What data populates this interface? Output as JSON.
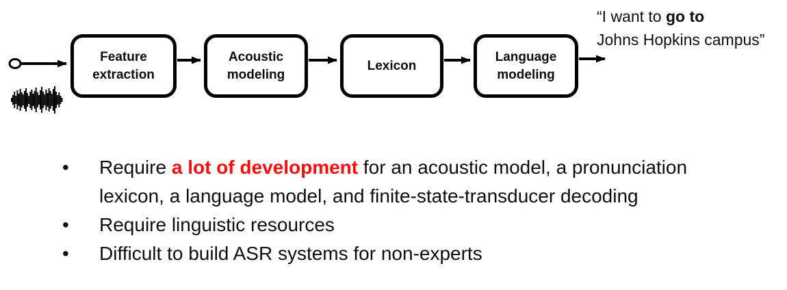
{
  "pipeline": {
    "boxes": [
      {
        "label": "Feature\nextraction"
      },
      {
        "label": "Acoustic\nmodeling"
      },
      {
        "label": "Lexicon"
      },
      {
        "label": "Language\nmodeling"
      }
    ],
    "output_quote": {
      "lines": [
        [
          {
            "t": "“I want to "
          },
          {
            "t": "go to",
            "bold": true
          }
        ],
        [
          {
            "t": "Johns Hopkins campus”"
          }
        ]
      ]
    },
    "icons": {
      "input": "input-node-icon",
      "audio": "waveform-icon",
      "connector": "arrow-icon"
    }
  },
  "bullet_glyph": "•",
  "bullets": [
    {
      "lines": [
        [
          {
            "t": "Require "
          },
          {
            "t": "a lot of development",
            "red": true
          },
          {
            "t": " for an acoustic model, a pronunciation"
          }
        ],
        [
          {
            "t": "lexicon, a language model, and finite-state-transducer decoding"
          }
        ]
      ]
    },
    {
      "lines": [
        [
          {
            "t": "Require linguistic resources"
          }
        ]
      ]
    },
    {
      "lines": [
        [
          {
            "t": "Difficult to build ASR systems for non-experts"
          }
        ]
      ]
    }
  ],
  "colors": {
    "text": "#0d0d0d",
    "highlight_red": "#fb0c0c",
    "stroke": "#000000"
  }
}
